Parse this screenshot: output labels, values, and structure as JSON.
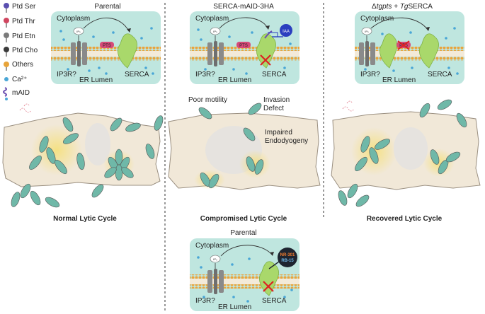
{
  "legend": {
    "items": [
      {
        "label": "Ptd Ser",
        "color": "#5a4fb0"
      },
      {
        "label": "Ptd Thr",
        "color": "#d0455f"
      },
      {
        "label": "Ptd Etn",
        "color": "#7a7a7a"
      },
      {
        "label": "Ptd Cho",
        "color": "#3a3a3a"
      },
      {
        "label": "Others",
        "color": "#e7a43a"
      },
      {
        "label": "Ca²⁺",
        "color": "#49a6d6"
      },
      {
        "label": "mAID",
        "color": "#6b4fb0"
      }
    ]
  },
  "colors": {
    "panel": "#bfe6df",
    "membrane_head": "#e9a43c",
    "serca": "#a9d86b",
    "channel": "#8a8a8a",
    "ca_dot": "#49a6d6",
    "pts": "#d64a78",
    "iaa": "#2b3fbf",
    "inhibitor": "#1e2530",
    "cell_body": "#f1e8d8",
    "nucleus": "#e6e3df",
    "parasite": "#6fb8a8"
  },
  "panels": {
    "parental_top": {
      "heading": "Parental",
      "cytoplasm": "Cytoplasm",
      "ip3r": "IP3R?",
      "lumen": "ER Lumen",
      "serca": "SERCA",
      "ip3": "IP₃",
      "pts": "PTS"
    },
    "serca_maid": {
      "heading": "SERCA-mAID-3HA",
      "cytoplasm": "Cytoplasm",
      "ip3r": "IP3R?",
      "lumen": "ER Lumen",
      "serca": "SERCA",
      "ip3": "IP₃",
      "pts": "PTS",
      "iaa": "IAA"
    },
    "recovered": {
      "heading_prefix": "Δ",
      "heading_gene": "tgpts",
      "heading_plus": " + ",
      "heading_species": "Tg",
      "heading_suffix": "SERCA",
      "cytoplasm": "Cytoplasm",
      "ip3r": "IP3R?",
      "lumen": "ER Lumen",
      "serca": "SERCA",
      "ip3": "IP₃",
      "pts": "PTS"
    },
    "parental_bottom": {
      "heading": "Parental",
      "cytoplasm": "Cytoplasm",
      "ip3r": "IP3R?",
      "lumen": "ER Lumen",
      "serca": "SERCA",
      "ip3": "IP₃",
      "inhibitor_1": "NR-301",
      "inhibitor_2": "RB-15"
    }
  },
  "annotations": {
    "poor_motility": "Poor motility",
    "invasion_line1": "Invasion",
    "invasion_line2": "Defect",
    "endo_line1": "Impaired",
    "endo_line2": "Endodyogeny"
  },
  "captions": {
    "left": "Normal Lytic Cycle",
    "middle": "Compromised Lytic Cycle",
    "right": "Recovered Lytic Cycle"
  }
}
